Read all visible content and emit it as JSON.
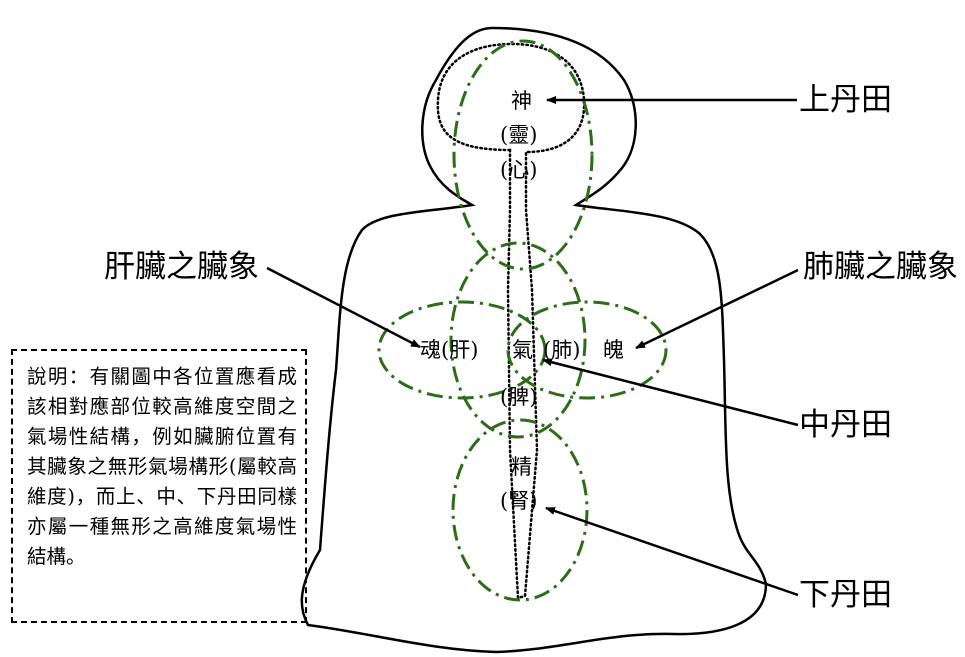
{
  "colors": {
    "outline": "#000000",
    "energy_field": "#2e6b1a"
  },
  "labels": {
    "upper_dantian": "上丹田",
    "middle_dantian": "中丹田",
    "lower_dantian": "下丹田",
    "liver_zang_xiang": "肝臟之臟象",
    "lung_zang_xiang": "肺臟之臟象"
  },
  "inner": {
    "shen": "神",
    "ling": "(靈)",
    "xin": "(心)",
    "hun_gan": "魂(肝)",
    "qi": "氣",
    "fei": "(肺)",
    "po": "魄",
    "pi": "(脾)",
    "jing": "精",
    "shen_kidney": "(腎)"
  },
  "note": {
    "text": "說明：有關圖中各位置應看成該相對應部位較高維度空間之氣場性結構，例如臟腑位置有其臟象之無形氣場構形(屬較高維度)，而上、中、下丹田同樣亦屬一種無形之高維度氣場性結構。"
  }
}
